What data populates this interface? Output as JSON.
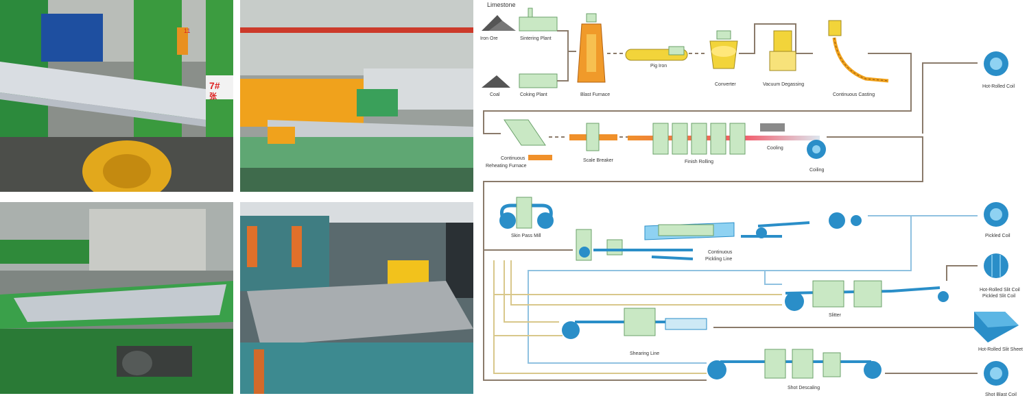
{
  "photos": [
    {
      "marker_left": "7#",
      "marker_right": "张",
      "tag": "11"
    },
    {},
    {},
    {}
  ],
  "diagram": {
    "labels": {
      "limestone": "Limestone",
      "iron_ore": "Iron Ore",
      "sintering": "Sintering Plant",
      "coal": "Coal",
      "coking": "Coking Plant",
      "blast_furnace": "Blast Furnace",
      "pig_iron": "Pig Iron",
      "converter": "Converter",
      "vacuum": "Vacuum Degassing",
      "casting": "Continuous Casting",
      "hot_rolled_coil": "Hot-Rolled Coil",
      "reheating_1": "Continuous",
      "reheating_2": "Reheating Furnace",
      "scale_breaker": "Scale Breaker",
      "finish_rolling": "Finish Rolling",
      "cooling": "Cooling",
      "coiling": "Coiling",
      "skin_pass": "Skin Pass Mill",
      "pickling_1": "Continuous",
      "pickling_2": "Pickling Line",
      "pickled_coil": "Pickled Coil",
      "slitter": "Slitter",
      "slit_coil_1": "Hot-Rolled Slit Coil",
      "slit_coil_2": "Pickled Slit Coil",
      "shearing": "Shearing Line",
      "slit_sheet": "Hot-Rolled Slit Sheet",
      "shot_descaling": "Shot Descaling",
      "shot_blast": "Shot Blast Coil"
    }
  }
}
